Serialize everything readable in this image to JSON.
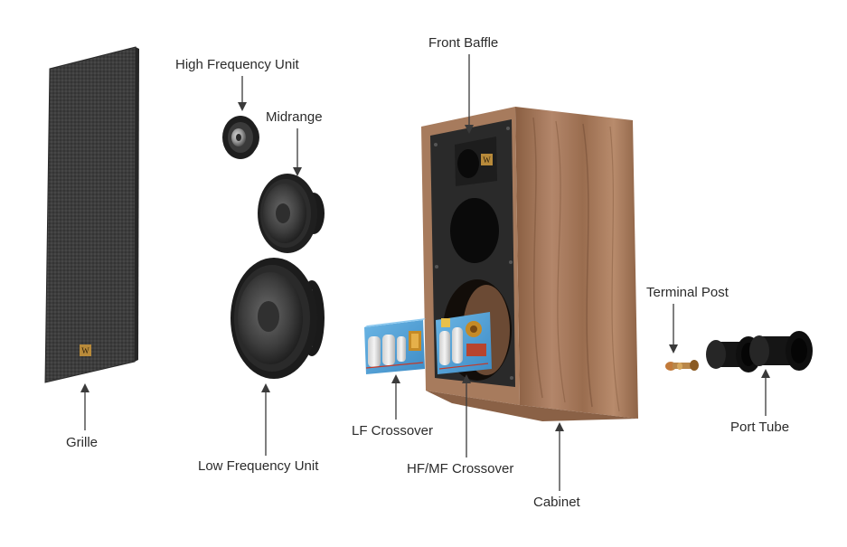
{
  "labels": {
    "front_baffle": "Front Baffle",
    "high_frequency_unit": "High Frequency Unit",
    "midrange": "Midrange",
    "terminal_post": "Terminal Post",
    "lf_crossover": "LF Crossover",
    "port_tube": "Port Tube",
    "grille": "Grille",
    "low_frequency_unit": "Low Frequency Unit",
    "hf_mf_crossover": "HF/MF Crossover",
    "cabinet": "Cabinet"
  },
  "colors": {
    "label_text": "#2b2b2b",
    "leader_line": "#3a3a3a",
    "grille_fabric": "#3b3b3b",
    "baffle": "#2a2a2a",
    "walnut": "#a87a5a",
    "walnut_dark": "#7d573d",
    "driver_surround": "#1c1c1c",
    "driver_cone": "#555555",
    "pcb_blue": "#4f9fd6",
    "badge_gold": "#b88a3a",
    "port_tube": "#141414"
  },
  "icons": [
    "arrow-down-icon",
    "arrow-up-icon",
    "brand-badge-icon"
  ]
}
